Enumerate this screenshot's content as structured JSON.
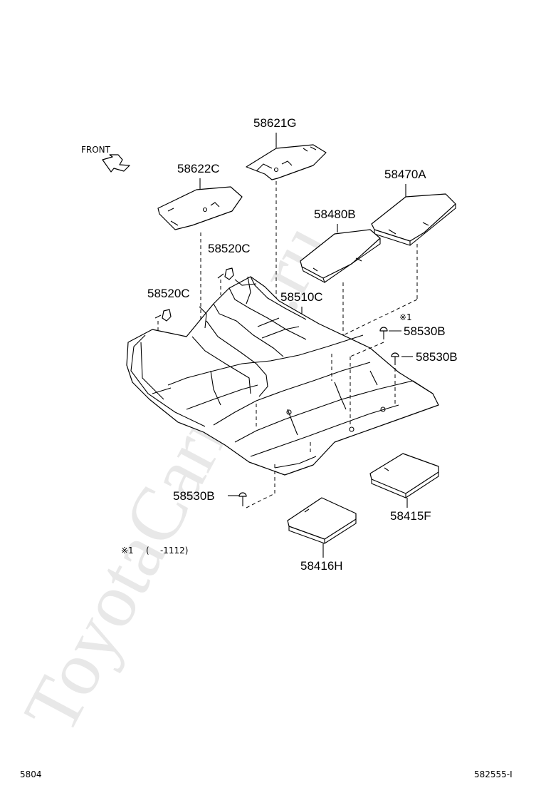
{
  "watermark": "ToyotaCarmine.ru",
  "front_label": "FRONT",
  "parts": [
    {
      "id": "p58621G",
      "label": "58621G"
    },
    {
      "id": "p58622C",
      "label": "58622C"
    },
    {
      "id": "p58470A",
      "label": "58470A"
    },
    {
      "id": "p58480B",
      "label": "58480B"
    },
    {
      "id": "p58520C_a",
      "label": "58520C"
    },
    {
      "id": "p58520C_b",
      "label": "58520C"
    },
    {
      "id": "p58510C",
      "label": "58510C"
    },
    {
      "id": "p58530B_a",
      "label": "58530B"
    },
    {
      "id": "p58530B_b",
      "label": "58530B"
    },
    {
      "id": "p58530B_c",
      "label": "58530B"
    },
    {
      "id": "p58415F",
      "label": "58415F"
    },
    {
      "id": "p58416H",
      "label": "58416H"
    }
  ],
  "note_mark": "※1",
  "footnote": {
    "mark": "※1",
    "text": "(    -1112)"
  },
  "footer": {
    "left": "5804",
    "right": "582555-I"
  }
}
